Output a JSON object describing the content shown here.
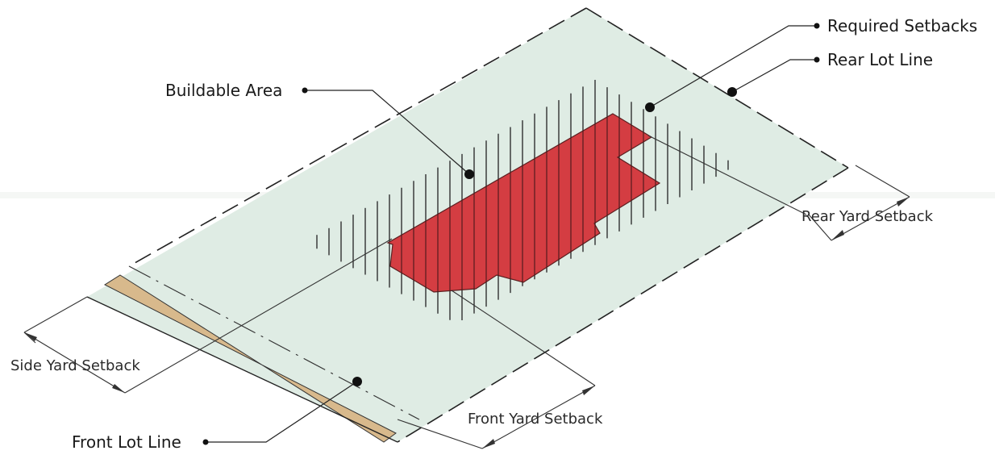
{
  "labels": {
    "required_setbacks": "Required Setbacks",
    "rear_lot_line": "Rear Lot Line",
    "buildable_area": "Buildable Area",
    "rear_yard_setback": "Rear Yard Setback",
    "side_yard_setback": "Side Yard Setback",
    "front_yard_setback": "Front Yard Setback",
    "front_lot_line": "Front Lot Line"
  },
  "colors": {
    "lot_fill": "#dfece4",
    "building_fill": "#d43d42",
    "sidewalk_fill": "#d8b98c",
    "line": "#222222"
  }
}
